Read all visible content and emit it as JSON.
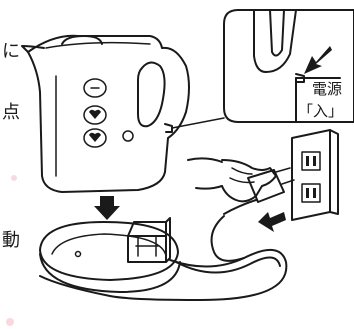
{
  "left_margin_text": [
    "に",
    "点",
    "動"
  ],
  "callout_label": {
    "line1": "電源",
    "line2": "「入」"
  },
  "colors": {
    "ink": "#1a1a1a",
    "paper": "#ffffff",
    "pink_smudge": "#f6c9cf"
  }
}
